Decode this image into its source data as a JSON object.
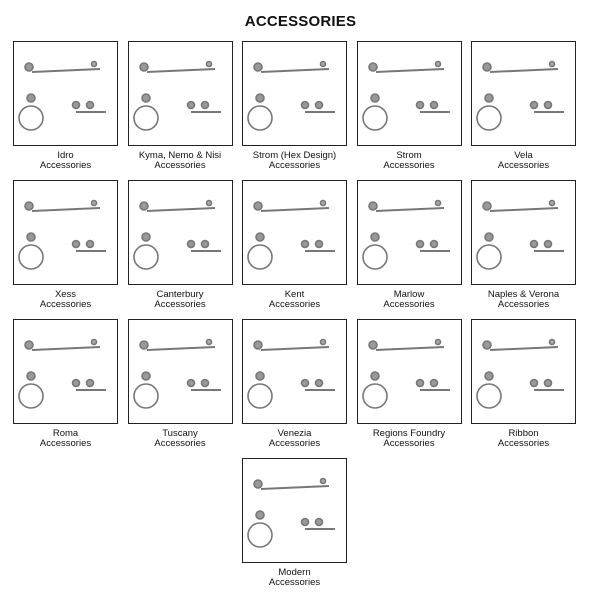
{
  "page": {
    "title": "ACCESSORIES"
  },
  "collections": [
    {
      "name": "Idro",
      "suffix": "Accessories"
    },
    {
      "name": "Kyma, Nemo & Nisi",
      "suffix": "Accessories"
    },
    {
      "name": "Strom (Hex Design)",
      "suffix": "Accessories"
    },
    {
      "name": "Strom",
      "suffix": "Accessories"
    },
    {
      "name": "Vela",
      "suffix": "Accessories"
    },
    {
      "name": "Xess",
      "suffix": "Accessories"
    },
    {
      "name": "Canterbury",
      "suffix": "Accessories"
    },
    {
      "name": "Kent",
      "suffix": "Accessories"
    },
    {
      "name": "Marlow",
      "suffix": "Accessories"
    },
    {
      "name": "Naples & Verona",
      "suffix": "Accessories"
    },
    {
      "name": "Roma",
      "suffix": "Accessories"
    },
    {
      "name": "Tuscany",
      "suffix": "Accessories"
    },
    {
      "name": "Venezia",
      "suffix": "Accessories"
    },
    {
      "name": "Regions Foundry",
      "suffix": "Accessories"
    },
    {
      "name": "Ribbon",
      "suffix": "Accessories"
    },
    {
      "name": "Modern",
      "suffix": "Accessories"
    }
  ]
}
